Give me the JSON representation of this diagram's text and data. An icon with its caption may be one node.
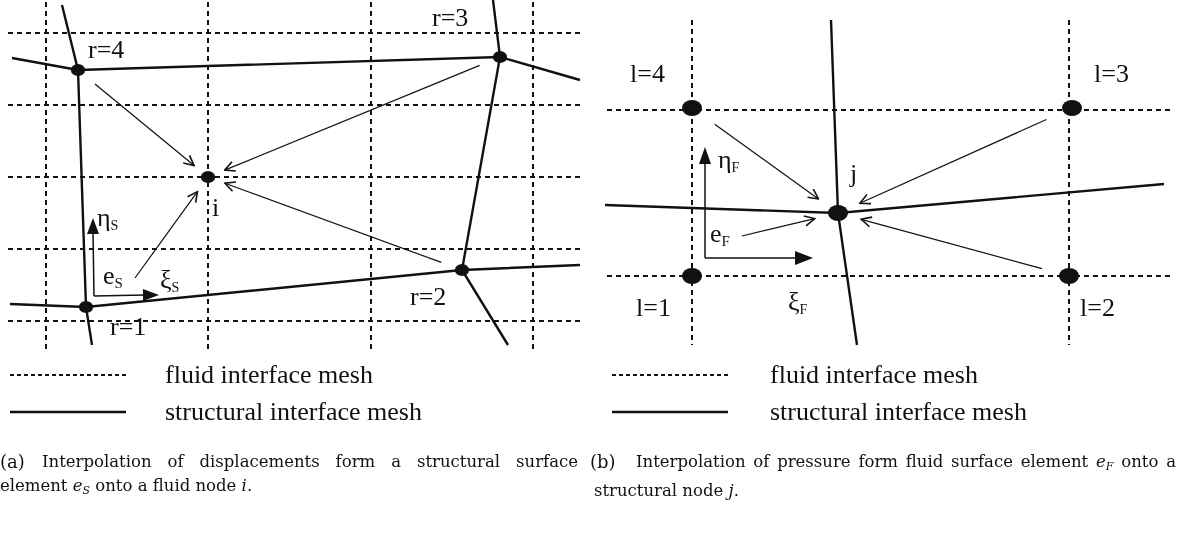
{
  "diagram": {
    "nodes": [
      {
        "text": [
          "r=4"
        ]
      },
      {
        "text": [
          "r=3"
        ]
      },
      {
        "text": [
          "i"
        ]
      },
      {
        "text": [
          "e$_{S}$"
        ]
      },
      {
        "text": [
          "r=2"
        ]
      },
      {
        "text": [
          "r=1"
        ]
      },
      {
        "text": [
          "l=4"
        ]
      },
      {
        "text": [
          "l=3"
        ]
      },
      {
        "text": [
          "j"
        ]
      },
      {
        "text": [
          "e$_{F}$"
        ]
      },
      {
        "text": [
          "l=1"
        ]
      },
      {
        "text": [
          "l=2"
        ]
      }
    ],
    "edges": [
      {
        "from": 0,
        "to": 2,
        "arrow": "to"
      },
      {
        "from": 1,
        "to": 2,
        "arrow": "to"
      },
      {
        "from": 4,
        "to": 2,
        "arrow": "to"
      },
      {
        "from": 3,
        "to": 2,
        "arrow": "to"
      },
      {
        "from": 6,
        "to": 8,
        "arrow": "to"
      },
      {
        "from": 7,
        "to": 8,
        "arrow": "to"
      },
      {
        "from": 11,
        "to": 8,
        "arrow": "to"
      },
      {
        "from": 9,
        "to": 8,
        "arrow": "to"
      }
    ],
    "labels": [
      "η$_{S}$",
      "ξ$_{S}$",
      "η$_{F}$",
      "ξ$_{F}$",
      "(a)",
      "Interpolation of displacements form a structural surface element *e*$_{S}$ onto a fluid node *i*.",
      "(b)",
      "Interpolation of pressure form fluid surface element *e*$_{F}$ onto a structural node *j*."
    ],
    "legend": [
      {
        "text": "fluid interface mesh"
      },
      {
        "text": "structural interface mesh"
      },
      {
        "text": "fluid interface mesh"
      },
      {
        "text": "structural interface mesh"
      }
    ]
  }
}
